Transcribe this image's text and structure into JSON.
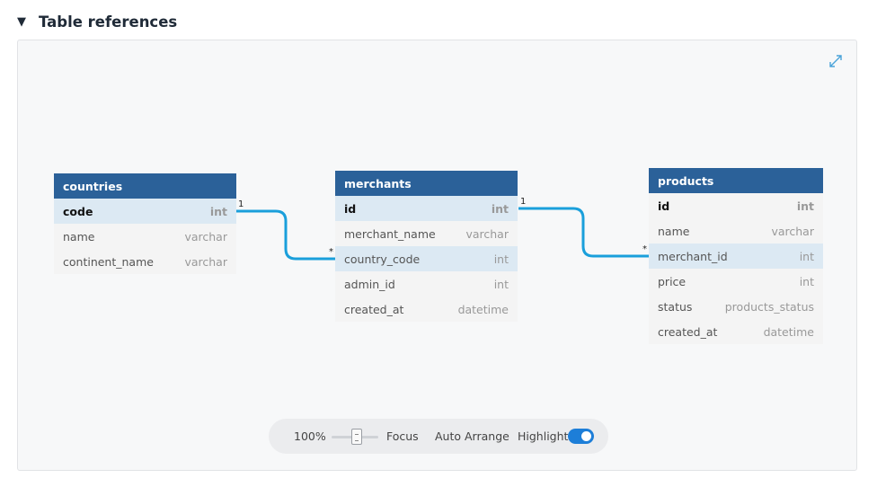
{
  "section": {
    "title": "Table references",
    "toggle_glyph": "▼"
  },
  "colors": {
    "header": "#2b6199",
    "connector": "#1a9fdb",
    "highlight_row": "#dce9f3",
    "switch_on": "#1d7ed8"
  },
  "tables": [
    {
      "name": "countries",
      "fields": [
        {
          "name": "code",
          "type": "int",
          "pk": true,
          "highlight": true
        },
        {
          "name": "name",
          "type": "varchar"
        },
        {
          "name": "continent_name",
          "type": "varchar"
        }
      ]
    },
    {
      "name": "merchants",
      "fields": [
        {
          "name": "id",
          "type": "int",
          "pk": true,
          "highlight": true
        },
        {
          "name": "merchant_name",
          "type": "varchar"
        },
        {
          "name": "country_code",
          "type": "int",
          "highlight": true
        },
        {
          "name": "admin_id",
          "type": "int"
        },
        {
          "name": "created_at",
          "type": "datetime"
        }
      ]
    },
    {
      "name": "products",
      "fields": [
        {
          "name": "id",
          "type": "int",
          "pk": true
        },
        {
          "name": "name",
          "type": "varchar"
        },
        {
          "name": "merchant_id",
          "type": "int",
          "highlight": true
        },
        {
          "name": "price",
          "type": "int"
        },
        {
          "name": "status",
          "type": "products_status"
        },
        {
          "name": "created_at",
          "type": "datetime"
        }
      ]
    }
  ],
  "references": [
    {
      "from": "countries.code",
      "to": "merchants.country_code",
      "from_card": "1",
      "to_card": "*"
    },
    {
      "from": "merchants.id",
      "to": "products.merchant_id",
      "from_card": "1",
      "to_card": "*"
    }
  ],
  "toolbar": {
    "zoom": "100%",
    "focus_label": "Focus",
    "auto_arrange_label": "Auto Arrange",
    "highlight_label": "Highlight",
    "highlight_on": true
  },
  "icons": {
    "expand": "expand-icon",
    "zoom_slider": "slider-handle-icon"
  }
}
